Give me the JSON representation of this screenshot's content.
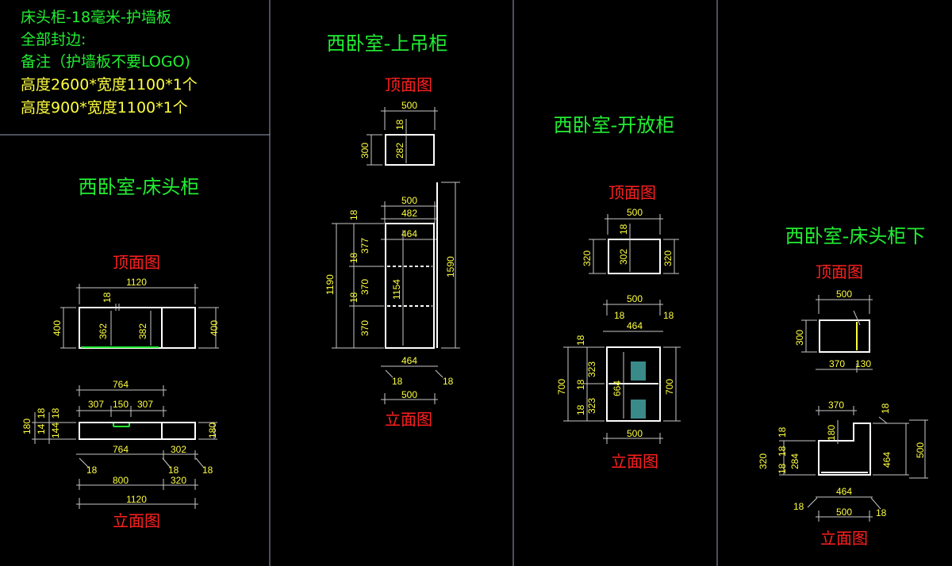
{
  "notes": [
    {
      "text": "床头柜-18毫米-护墙板",
      "color": "#22ee33"
    },
    {
      "text": "全部封边:",
      "color": "#22ee33"
    },
    {
      "text": "备注（护墙板不要LOGO)",
      "color": "#22ee33"
    },
    {
      "text": "高度2600*宽度1100*1个",
      "color": "#ffff40"
    },
    {
      "text": "高度900*宽度1100*1个",
      "color": "#ffff40"
    }
  ],
  "sections": [
    {
      "title": "西卧室-床头柜",
      "top_label": "顶面图",
      "front_label": "立面图"
    },
    {
      "title": "西卧室-上吊柜",
      "top_label": "顶面图",
      "front_label": "立面图"
    },
    {
      "title": "西卧室-开放柜",
      "top_label": "顶面图",
      "front_label": "立面图"
    },
    {
      "title": "西卧室-床头柜下",
      "top_label": "顶面图",
      "front_label": "立面图"
    }
  ],
  "colors": {
    "title": "#22ee33",
    "label": "#ff2020",
    "dimension": "#ffff40",
    "object": "#ffffff"
  },
  "dims": {
    "s1_top": [
      "1120",
      "18",
      "400",
      "362",
      "382",
      "400"
    ],
    "s1_front": [
      "764",
      "307",
      "150",
      "307",
      "18",
      "18",
      "180",
      "14",
      "144",
      "180",
      "764",
      "302",
      "18",
      "18",
      "18",
      "800",
      "320",
      "1120"
    ],
    "s2_top": [
      "500",
      "18",
      "300",
      "282"
    ],
    "s2_front": [
      "500",
      "482",
      "464",
      "18",
      "377",
      "18",
      "370",
      "18",
      "370",
      "1190",
      "1154",
      "1590",
      "464",
      "18",
      "18",
      "500"
    ],
    "s3_top": [
      "500",
      "18",
      "320",
      "302",
      "320"
    ],
    "s3_front": [
      "500",
      "18",
      "464",
      "18",
      "18",
      "323",
      "18",
      "323",
      "18",
      "700",
      "664",
      "700",
      "500"
    ],
    "s4_top": [
      "500",
      "300",
      "370",
      "130"
    ],
    "s4_front": [
      "370",
      "180",
      "18",
      "18",
      "320",
      "18",
      "284",
      "18",
      "464",
      "500",
      "464",
      "18",
      "500",
      "18"
    ]
  }
}
